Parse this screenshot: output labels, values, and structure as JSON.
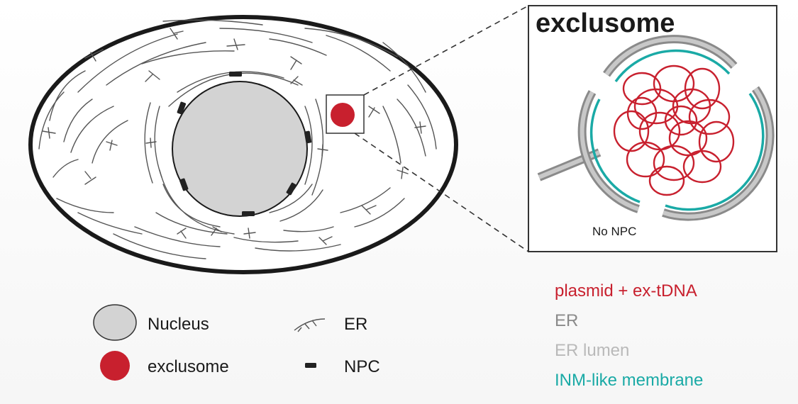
{
  "inset": {
    "title": "exclusome",
    "no_npc_label": "No NPC"
  },
  "legend": {
    "nucleus": "Nucleus",
    "exclusome": "exclusome",
    "er": "ER",
    "npc": "NPC"
  },
  "color_key": {
    "plasmid": {
      "label": "plasmid + ex-tDNA",
      "color": "#c8202e"
    },
    "er": {
      "label": "ER",
      "color": "#8a8a8a"
    },
    "er_lumen": {
      "label": "ER lumen",
      "color": "#b9b9b9"
    },
    "inm": {
      "label": "INM-like membrane",
      "color": "#1aaaa6"
    }
  },
  "colors": {
    "nucleus_fill": "#d3d3d3",
    "exclusome_fill": "#c8202e",
    "npc": "#222222",
    "outline": "#1a1a1a",
    "er_lines": "#555555"
  }
}
